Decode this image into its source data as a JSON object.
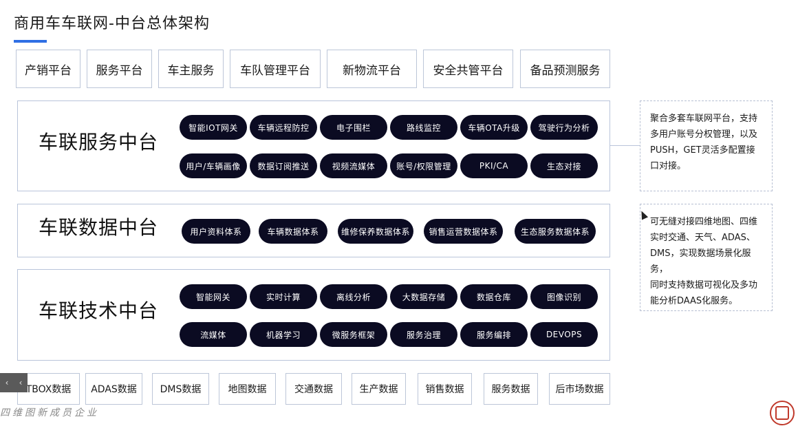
{
  "title": "商用车车联网-中台总体架构",
  "colors": {
    "accent": "#2f6fe4",
    "pill_bg": "#0b0b22",
    "border": "#b9c4da",
    "seal": "#c0392b"
  },
  "top_row": [
    "产销平台",
    "服务平台",
    "车主服务",
    "车队管理平台",
    "新物流平台",
    "安全共管平台",
    "备品预测服务"
  ],
  "service_platform": {
    "title": "车联服务中台",
    "row1": [
      "智能IOT网关",
      "车辆远程防控",
      "电子围栏",
      "路线监控",
      "车辆OTA升级",
      "驾驶行为分析"
    ],
    "row2": [
      "用户/车辆画像",
      "数据订阅推送",
      "视频流媒体",
      "账号/权限管理",
      "PKI/CA",
      "生态对接"
    ]
  },
  "data_platform": {
    "title": "车联数据中台",
    "row1": [
      "用户资料体系",
      "车辆数据体系",
      "维修保养数据体系",
      "销售运营数据体系",
      "生态服务数据体系"
    ]
  },
  "tech_platform": {
    "title": "车联技术中台",
    "row1": [
      "智能网关",
      "实时计算",
      "离线分析",
      "大数据存储",
      "数据仓库",
      "图像识别"
    ],
    "row2": [
      "流媒体",
      "机器学习",
      "微服务框架",
      "服务治理",
      "服务编排",
      "DEVOPS"
    ]
  },
  "notes": {
    "service_lines": [
      "聚合多套车联网平台，支持",
      "多用户账号分权管理，以及",
      "PUSH，GET灵活多配置接",
      "口对接。"
    ],
    "data_lines": [
      "可无缝对接四维地图、四维",
      "实时交通、天气、ADAS、",
      "DMS，实现数据场景化服务，",
      "同时支持数据可视化及多功",
      "能分析DAAS化服务。"
    ]
  },
  "bottom_row": [
    "TBOX数据",
    "ADAS数据",
    "DMS数据",
    "地图数据",
    "交通数据",
    "生产数据",
    "销售数据",
    "服务数据",
    "后市场数据"
  ],
  "watermark": "四维图新成员企业",
  "nav": {
    "prev": "‹",
    "next": "‹"
  }
}
